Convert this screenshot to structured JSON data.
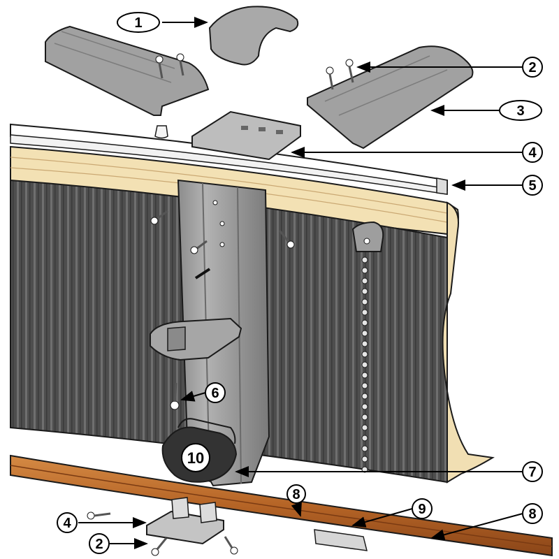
{
  "callouts": {
    "c1": "1",
    "c2_top": "2",
    "c3": "3",
    "c4_top": "4",
    "c5": "5",
    "c6": "6",
    "c7": "7",
    "c8_left": "8",
    "c8_right": "8",
    "c9": "9",
    "c4_bottom": "4",
    "c2_bottom": "2",
    "c10": "10"
  },
  "colors": {
    "wall_dark": "#4a4a4a",
    "wall_stripe": "#6e6e6e",
    "liner_beige": "#f4e3b8",
    "metal_gray": "#9a9a9a",
    "metal_light": "#bdbdbd",
    "bottom_rail": "#b8692a",
    "outline": "#1a1a1a"
  }
}
